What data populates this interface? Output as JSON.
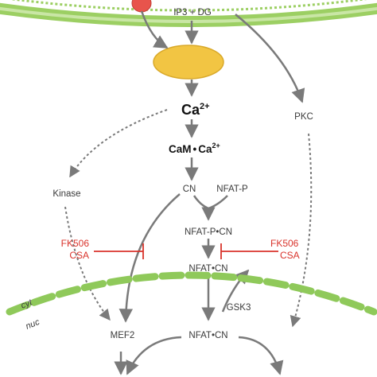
{
  "colors": {
    "membrane": "#9ccf63",
    "membrane_light": "#c9e6a5",
    "er": "#f2c543",
    "er_edge": "#d9a92a",
    "receptor": "#e8544c",
    "arrow": "#7a7a7a",
    "inhibitor": "#d9332b",
    "nuclear_envelope": "#8fc95a"
  },
  "labels": {
    "ip3_dg": "IP3 + DG",
    "ca_base": "Ca",
    "ca_sup": "2+",
    "cam_prefix": "CaM",
    "cam_dot": "•",
    "cam_ca": "Ca",
    "cam_sup": "2+",
    "pkc": "PKC",
    "kinase": "Kinase",
    "cn": "CN",
    "nfat_p": "NFAT-P",
    "nfat_p_cn": "NFAT-P•CN",
    "fk506_left": "FK506",
    "csa_left": "CSA",
    "fk506_right": "FK506",
    "csa_right": "CSA",
    "nfat_cn_upper": "NFAT•CN",
    "gsk3": "GSK3",
    "cyt": "cyt",
    "nuc": "nuc",
    "mef2": "MEF2",
    "nfat_cn_lower": "NFAT•CN"
  }
}
